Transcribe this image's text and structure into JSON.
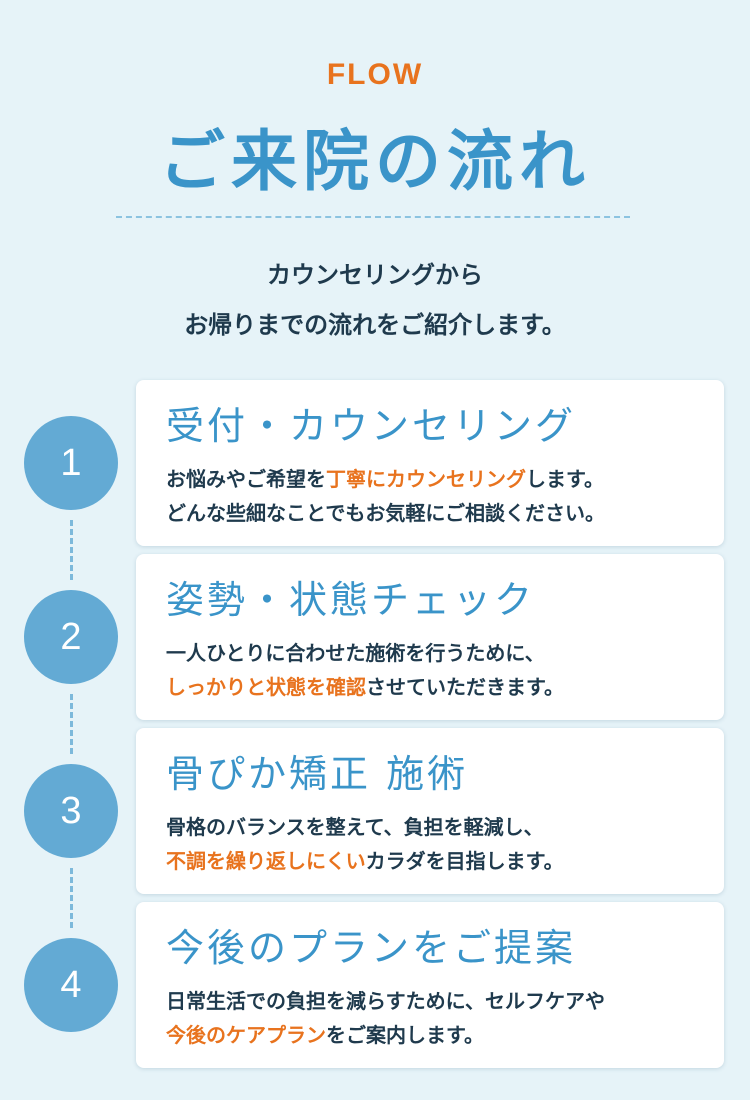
{
  "header": {
    "eyebrow": "FLOW",
    "title": "ご来院の流れ",
    "intro_line1": "カウンセリングから",
    "intro_line2": "お帰りまでの流れをご紹介します。"
  },
  "colors": {
    "background": "#e6f3f8",
    "accent_blue": "#3a94c9",
    "accent_orange": "#e8731e",
    "circle": "#63aad4",
    "text": "#1f3a4d"
  },
  "steps": [
    {
      "number": "1",
      "title": "受付・カウンセリング",
      "line1_a": "お悩みやご希望を",
      "line1_hl": "丁寧にカウンセリング",
      "line1_b": "します。",
      "line2_hl": "",
      "line2_b": "どんな些細なことでもお気軽にご相談ください。"
    },
    {
      "number": "2",
      "title": "姿勢・状態チェック",
      "line1_a": "一人ひとりに合わせた施術を行うために、",
      "line1_hl": "",
      "line1_b": "",
      "line2_hl": "しっかりと状態を確認",
      "line2_b": "させていただきます。"
    },
    {
      "number": "3",
      "title": "骨ぴか矯正 施術",
      "line1_a": "骨格のバランスを整えて、負担を軽減し、",
      "line1_hl": "",
      "line1_b": "",
      "line2_hl": "不調を繰り返しにくい",
      "line2_b": "カラダを目指します。"
    },
    {
      "number": "4",
      "title": "今後のプランをご提案",
      "line1_a": "日常生活での負担を減らすために、セルフケアや",
      "line1_hl": "",
      "line1_b": "",
      "line2_hl": "今後のケアプラン",
      "line2_b": "をご案内します。"
    }
  ]
}
